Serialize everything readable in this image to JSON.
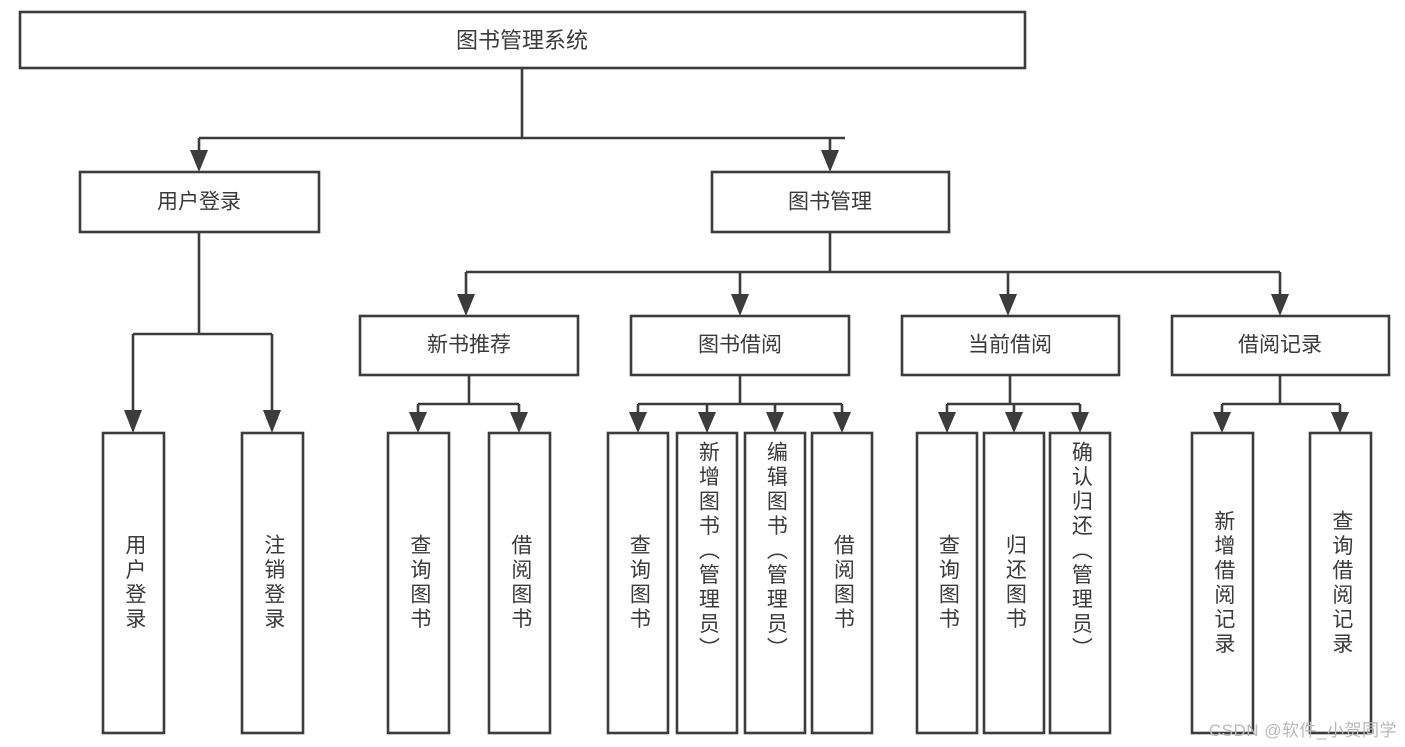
{
  "diagram": {
    "title": "图书管理系统",
    "type": "tree",
    "watermark": "CSDN @软件_小贺同学",
    "colors": {
      "stroke": "#3c3c3c",
      "box_fill": "#ffffff",
      "text": "#3a3a3a",
      "background": "#ffffff",
      "watermark": "#b9b9b9"
    },
    "root": {
      "label": "图书管理系统"
    },
    "level2": [
      {
        "label": "用户登录"
      },
      {
        "label": "图书管理"
      }
    ],
    "level3": [
      {
        "label": "新书推荐"
      },
      {
        "label": "图书借阅"
      },
      {
        "label": "当前借阅"
      },
      {
        "label": "借阅记录"
      }
    ],
    "leaves": {
      "user_login": [
        {
          "label": "用户登录"
        },
        {
          "label": "注销登录"
        }
      ],
      "new_book_recommend": [
        {
          "label": "查询图书"
        },
        {
          "label": "借阅图书"
        }
      ],
      "book_borrow": [
        {
          "label": "查询图书"
        },
        {
          "label": "新增图书（管理员）"
        },
        {
          "label": "编辑图书（管理员）"
        },
        {
          "label": "借阅图书"
        }
      ],
      "current_borrow": [
        {
          "label": "查询图书"
        },
        {
          "label": "归还图书"
        },
        {
          "label": "确认归还（管理员）"
        }
      ],
      "borrow_record": [
        {
          "label": "新增借阅记录"
        },
        {
          "label": "查询借阅记录"
        }
      ]
    }
  }
}
